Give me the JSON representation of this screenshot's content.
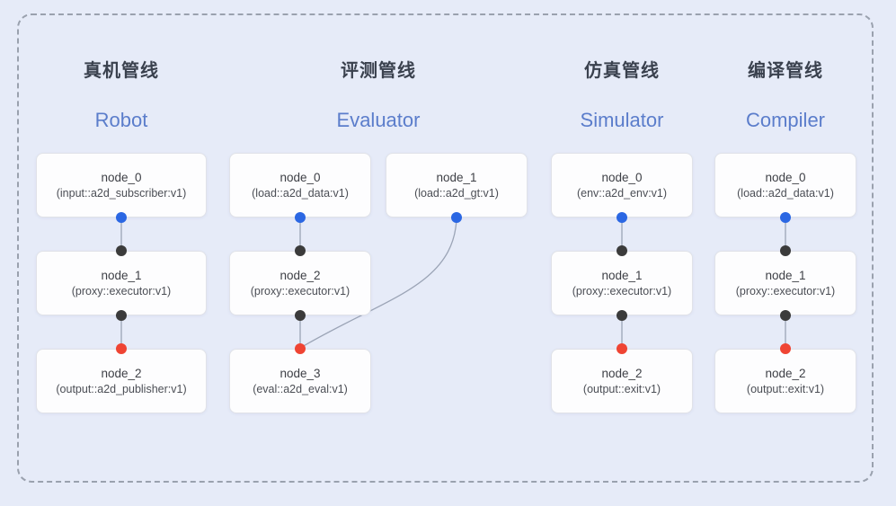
{
  "canvas": {
    "background_color": "#e6ebf8",
    "frame_border_color": "#9aa1ae",
    "node_fill_color": "#fdfdfe",
    "edge_color": "#9ba4b6",
    "title_zh_color": "#3a414e",
    "title_en_color": "#5b7dcb",
    "dot_colors": {
      "input": "#2b67e3",
      "internal": "#3b3b3b",
      "output": "#ef4433"
    }
  },
  "pipelines": [
    {
      "title_zh": "真机管线",
      "title_en": "Robot",
      "nodes": [
        {
          "name": "node_0",
          "type": "(input::a2d_subscriber:v1)"
        },
        {
          "name": "node_1",
          "type": "(proxy::executor:v1)"
        },
        {
          "name": "node_2",
          "type": "(output::a2d_publisher:v1)"
        }
      ]
    },
    {
      "title_zh": "评测管线",
      "title_en": "Evaluator",
      "nodes": [
        {
          "name": "node_0",
          "type": "(load::a2d_data:v1)"
        },
        {
          "name": "node_1",
          "type": "(load::a2d_gt:v1)"
        },
        {
          "name": "node_2",
          "type": "(proxy::executor:v1)"
        },
        {
          "name": "node_3",
          "type": "(eval::a2d_eval:v1)"
        }
      ]
    },
    {
      "title_zh": "仿真管线",
      "title_en": "Simulator",
      "nodes": [
        {
          "name": "node_0",
          "type": "(env::a2d_env:v1)"
        },
        {
          "name": "node_1",
          "type": "(proxy::executor:v1)"
        },
        {
          "name": "node_2",
          "type": "(output::exit:v1)"
        }
      ]
    },
    {
      "title_zh": "编译管线",
      "title_en": "Compiler",
      "nodes": [
        {
          "name": "node_0",
          "type": "(load::a2d_data:v1)"
        },
        {
          "name": "node_1",
          "type": "(proxy::executor:v1)"
        },
        {
          "name": "node_2",
          "type": "(output::exit:v1)"
        }
      ]
    }
  ]
}
